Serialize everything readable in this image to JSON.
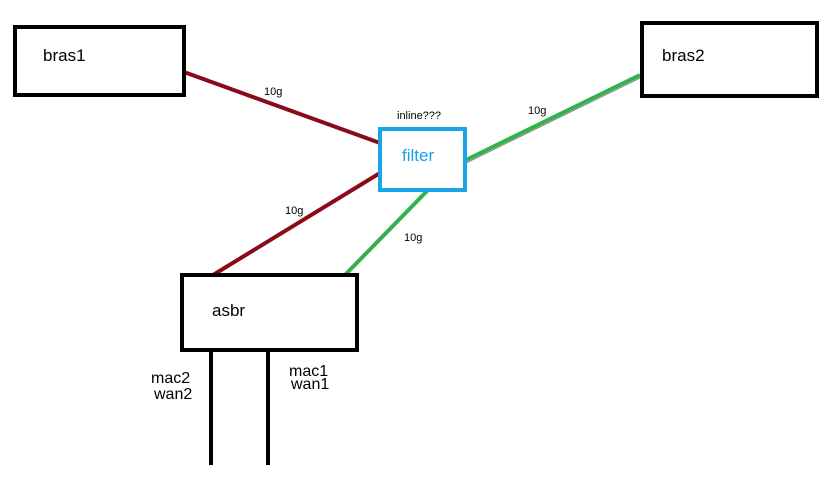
{
  "colors": {
    "box_border": "#000000",
    "filter_border": "#1aa3e6",
    "filter_text": "#1aa3e6",
    "red_link": "#8b0a1a",
    "green_link": "#33b24a",
    "wan_line": "#000000"
  },
  "nodes": {
    "bras1": "bras1",
    "bras2": "bras2",
    "filter": "filter",
    "asbr": "asbr"
  },
  "annotations": {
    "filter_note": "inline???"
  },
  "links": {
    "bras1_filter": "10g",
    "bras2_filter": "10g",
    "filter_asbr_red": "10g",
    "filter_asbr_green": "10g"
  },
  "uplinks": {
    "left": {
      "mac": "mac2",
      "wan": "wan2"
    },
    "right": {
      "mac": "mac1",
      "wan": "wan1"
    }
  }
}
